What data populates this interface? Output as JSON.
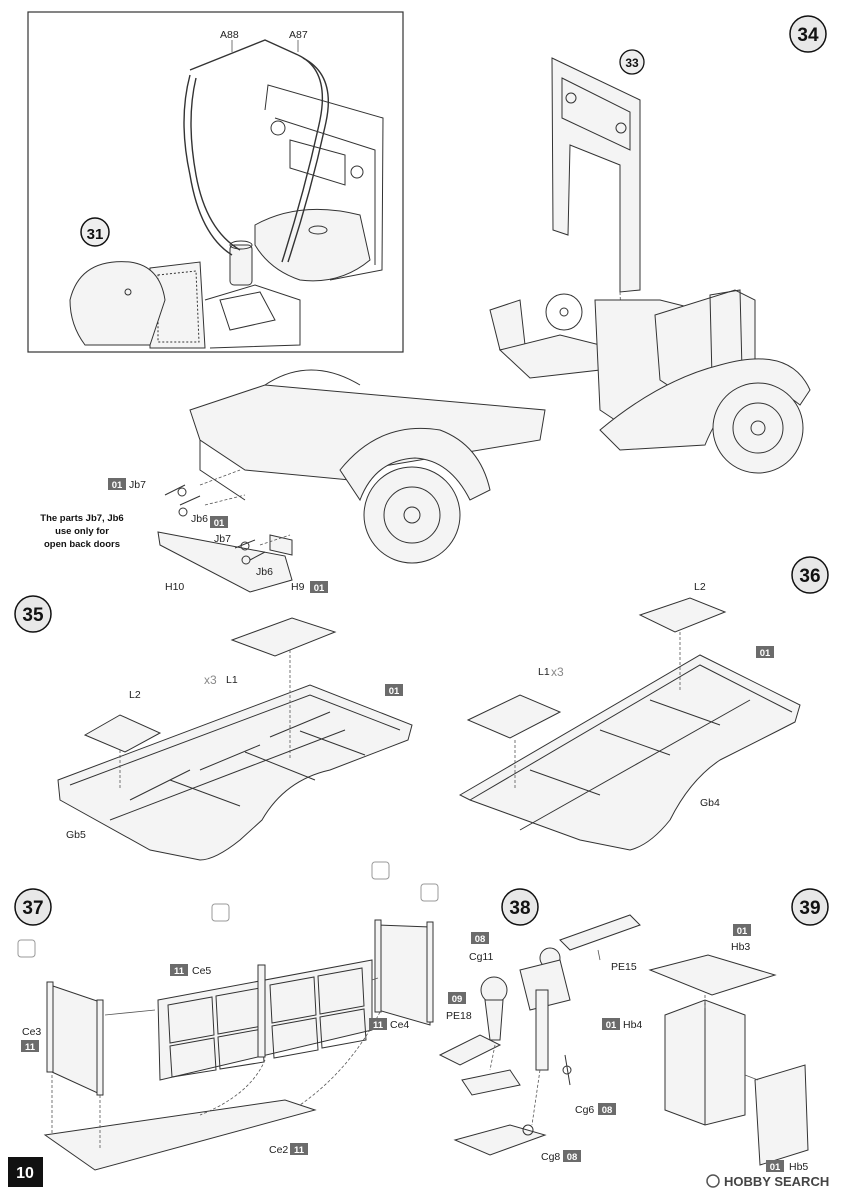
{
  "page_number": "10",
  "watermark": "HOBBY SEARCH",
  "note_text": [
    "The parts Jb7, Jb6",
    "use only for",
    "open back doors"
  ],
  "steps": {
    "s31": "31",
    "s33": "33",
    "s34": "34",
    "s35": "35",
    "s36": "36",
    "s37": "37",
    "s38": "38",
    "s39": "39"
  },
  "labels": {
    "a88": "A88",
    "a87": "A87",
    "jb7_a": "Jb7",
    "jb6_a": "Jb6",
    "jb7_b": "Jb7",
    "jb6_b": "Jb6",
    "h10": "H10",
    "h9": "H9",
    "l1_35": "L1",
    "l2_35": "L2",
    "gb5": "Gb5",
    "l1_36": "L1",
    "l2_36": "L2",
    "gb4": "Gb4",
    "ce5": "Ce5",
    "ce3": "Ce3",
    "ce4": "Ce4",
    "ce2": "Ce2",
    "cg11": "Cg11",
    "pe15": "PE15",
    "pe18": "PE18",
    "cg6": "Cg6",
    "cg8": "Cg8",
    "hb3": "Hb3",
    "hb4": "Hb4",
    "hb5": "Hb5"
  },
  "tags": {
    "t01_jb7": "01",
    "t01_jb6": "01",
    "t01_h9": "01",
    "t01_35": "01",
    "t01_36": "01",
    "t11_ce5": "11",
    "t11_ce3": "11",
    "t11_ce4": "11",
    "t11_ce2": "11",
    "t08_cg11": "08",
    "t09_pe18": "09",
    "t08_cg6": "08",
    "t08_cg8": "08",
    "t01_hb3": "01",
    "t01_hb4": "01",
    "t01_hb5": "01"
  },
  "counts": {
    "x3_35": "3",
    "x3_36": "3"
  },
  "colors": {
    "tag_bg": "#6b6b6b",
    "page_bg": "#111111",
    "line": "#333333"
  }
}
